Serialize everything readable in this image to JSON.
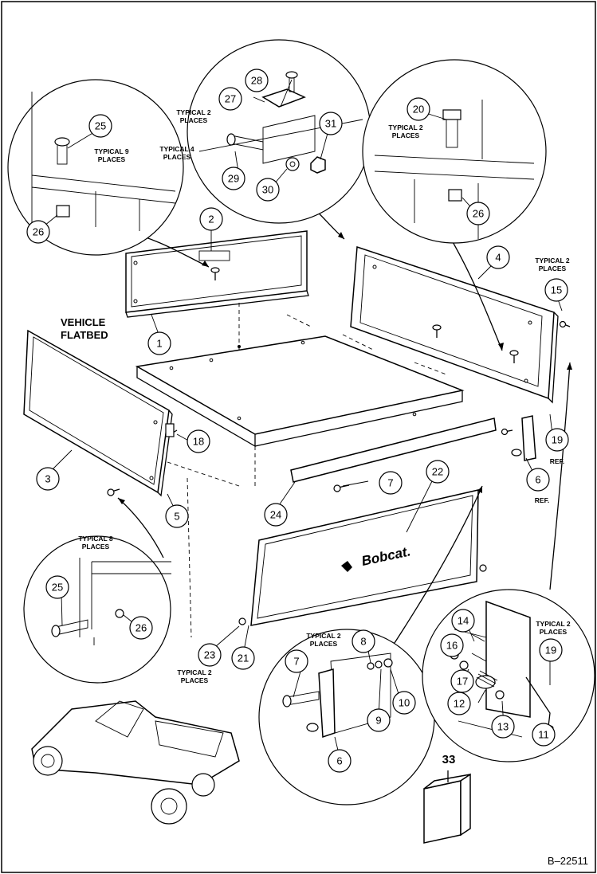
{
  "callouts": [
    {
      "id": "c1",
      "text": "1"
    },
    {
      "id": "c2",
      "text": "2"
    },
    {
      "id": "c3",
      "text": "3"
    },
    {
      "id": "c4",
      "text": "4"
    },
    {
      "id": "c5",
      "text": "5"
    },
    {
      "id": "c6a",
      "text": "6"
    },
    {
      "id": "c6b",
      "text": "6"
    },
    {
      "id": "c7a",
      "text": "7"
    },
    {
      "id": "c7b",
      "text": "7"
    },
    {
      "id": "c8",
      "text": "8"
    },
    {
      "id": "c9",
      "text": "9"
    },
    {
      "id": "c10",
      "text": "10"
    },
    {
      "id": "c11",
      "text": "11"
    },
    {
      "id": "c12",
      "text": "12"
    },
    {
      "id": "c13",
      "text": "13"
    },
    {
      "id": "c14",
      "text": "14"
    },
    {
      "id": "c15",
      "text": "15"
    },
    {
      "id": "c16",
      "text": "16"
    },
    {
      "id": "c17",
      "text": "17"
    },
    {
      "id": "c18",
      "text": "18"
    },
    {
      "id": "c19a",
      "text": "19"
    },
    {
      "id": "c19b",
      "text": "19"
    },
    {
      "id": "c20",
      "text": "20"
    },
    {
      "id": "c21",
      "text": "21"
    },
    {
      "id": "c22",
      "text": "22"
    },
    {
      "id": "c23",
      "text": "23"
    },
    {
      "id": "c24",
      "text": "24"
    },
    {
      "id": "c25a",
      "text": "25"
    },
    {
      "id": "c25b",
      "text": "25"
    },
    {
      "id": "c26a",
      "text": "26"
    },
    {
      "id": "c26b",
      "text": "26"
    },
    {
      "id": "c26c",
      "text": "26"
    },
    {
      "id": "c27",
      "text": "27"
    },
    {
      "id": "c28",
      "text": "28"
    },
    {
      "id": "c29",
      "text": "29"
    },
    {
      "id": "c30",
      "text": "30"
    },
    {
      "id": "c31",
      "text": "31"
    }
  ],
  "notes": {
    "typical9": [
      "TYPICAL 9",
      "PLACES"
    ],
    "typical4": [
      "TYPICAL 4",
      "PLACES"
    ],
    "typical2_top": [
      "TYPICAL 2",
      "PLACES"
    ],
    "typical2_right_inset": [
      "TYPICAL 2",
      "PLACES"
    ],
    "typical2_side": [
      "TYPICAL 2",
      "PLACES"
    ],
    "typical8": [
      "TYPICAL 8",
      "PLACES"
    ],
    "typical2_bottom": [
      "TYPICAL 2",
      "PLACES"
    ],
    "typical2_hinge": [
      "TYPICAL 2",
      "PLACES"
    ],
    "typical2_latch": [
      "TYPICAL 2",
      "PLACES"
    ]
  },
  "labels": {
    "vehicle_flatbed": [
      "VEHICLE",
      "FLATBED"
    ],
    "ref_19": "REF.",
    "ref_6": "REF.",
    "part_33": "33",
    "figure_id": "B–22511"
  },
  "logo": {
    "text": "Bobcat."
  }
}
